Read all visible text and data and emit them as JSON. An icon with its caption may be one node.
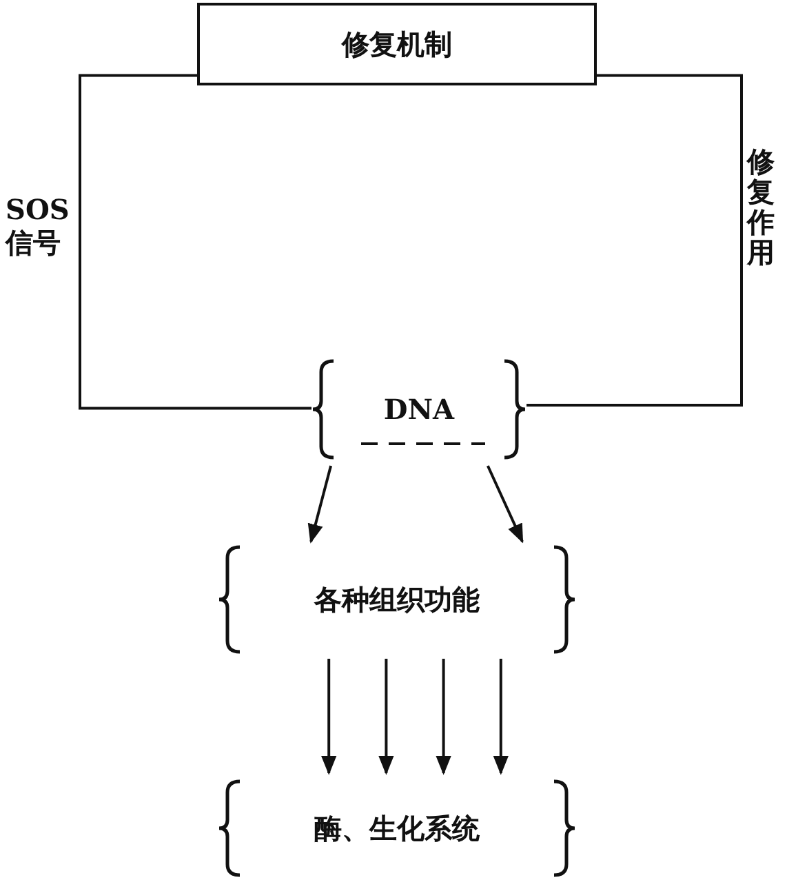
{
  "diagram": {
    "nodes": [
      {
        "text": [
          "修复机制"
        ]
      },
      {
        "text": [
          "DNA"
        ]
      },
      {
        "text": [
          "各种组织功能"
        ]
      },
      {
        "text": [
          "酶、生化系统"
        ]
      }
    ],
    "edges": [
      {
        "from": 1,
        "to": 0,
        "arrow": "none",
        "label": "SOS 信号"
      },
      {
        "from": 0,
        "to": 1,
        "arrow": "none",
        "label": "修复作用"
      },
      {
        "from": 1,
        "to": 2,
        "arrow": "to"
      },
      {
        "from": 1,
        "to": 2,
        "arrow": "to"
      },
      {
        "from": 2,
        "to": 3,
        "arrow": "to"
      },
      {
        "from": 2,
        "to": 3,
        "arrow": "to"
      },
      {
        "from": 2,
        "to": 3,
        "arrow": "to"
      },
      {
        "from": 2,
        "to": 3,
        "arrow": "to"
      }
    ]
  }
}
